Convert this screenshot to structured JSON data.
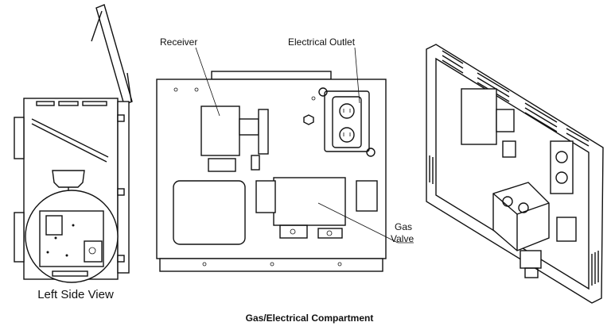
{
  "labels": {
    "receiver": "Receiver",
    "electrical_outlet": "Electrical Outlet",
    "gas": "Gas",
    "valve": "Valve",
    "left_side_view": "Left Side View",
    "caption": "Gas/Electrical Compartment"
  },
  "colors": {
    "line": "#111111",
    "background": "#ffffff"
  }
}
